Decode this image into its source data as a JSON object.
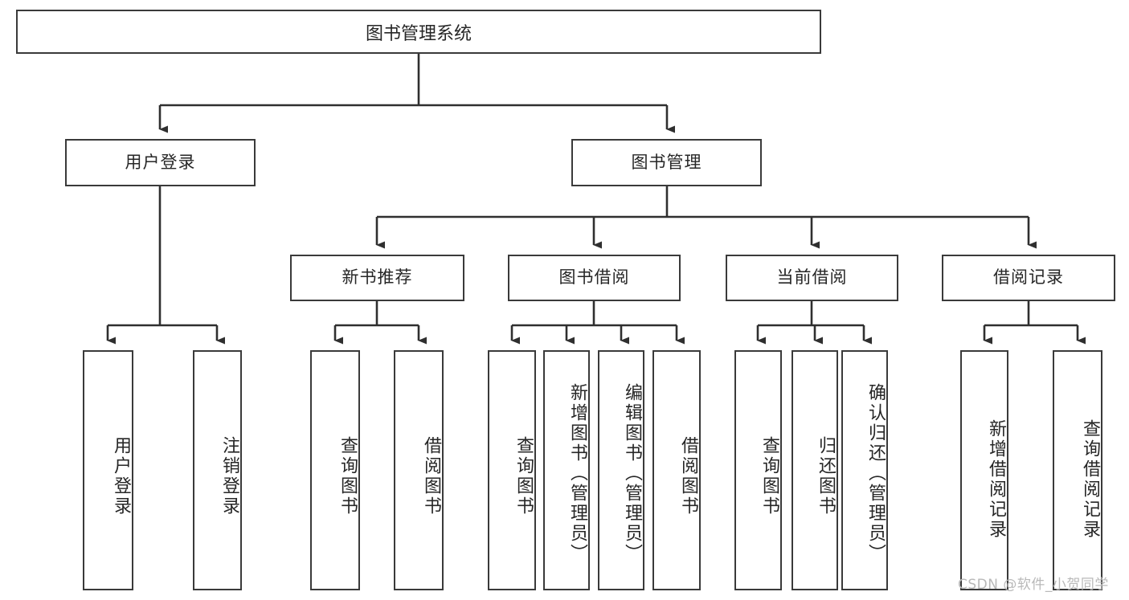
{
  "diagram": {
    "title": "图书管理系统",
    "root": {
      "label": "图书管理系统"
    },
    "level1": [
      {
        "label": "用户登录"
      },
      {
        "label": "图书管理"
      }
    ],
    "level2": [
      {
        "label": "新书推荐"
      },
      {
        "label": "图书借阅"
      },
      {
        "label": "当前借阅"
      },
      {
        "label": "借阅记录"
      }
    ],
    "leaves": {
      "user_login": [
        {
          "label": "用户登录"
        },
        {
          "label": "注销登录"
        }
      ],
      "new_book_recommend": [
        {
          "label": "查询图书"
        },
        {
          "label": "借阅图书"
        }
      ],
      "book_borrow": [
        {
          "label": "查询图书"
        },
        {
          "label": "新增图书（管理员）"
        },
        {
          "label": "编辑图书（管理员）"
        },
        {
          "label": "借阅图书"
        }
      ],
      "current_borrow": [
        {
          "label": "查询图书"
        },
        {
          "label": "归还图书"
        },
        {
          "label": "确认归还（管理员）"
        }
      ],
      "borrow_record": [
        {
          "label": "新增借阅记录"
        },
        {
          "label": "查询借阅记录"
        }
      ]
    }
  },
  "watermark": {
    "text": "CSDN @软件_小贺同学"
  },
  "colors": {
    "box_border": "#3a3a3a",
    "box_fill": "#ffffff",
    "text": "#262626",
    "edge": "#2f2f2f",
    "watermark": "#b9b9b9",
    "background": "#ffffff"
  }
}
